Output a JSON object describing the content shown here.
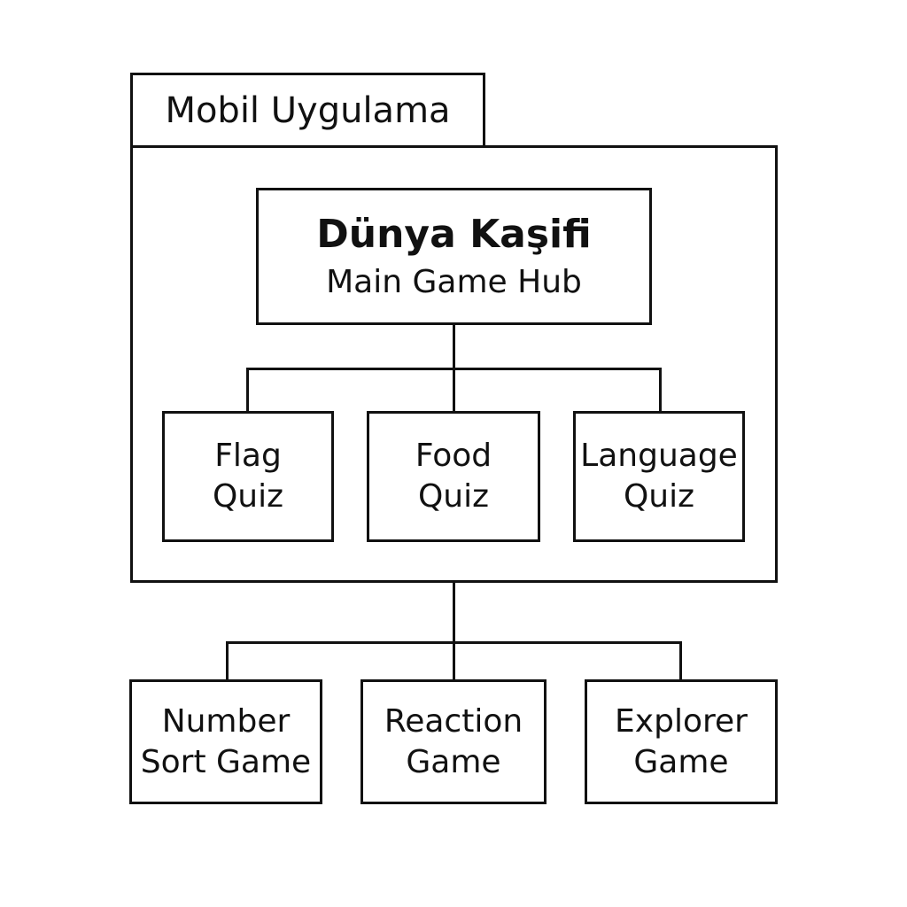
{
  "container": {
    "label": "Mobil Uygulama"
  },
  "hub": {
    "title": "Dünya Kaşifi",
    "subtitle": "Main Game Hub"
  },
  "quizzes": [
    {
      "line1": "Flag",
      "line2": "Quiz"
    },
    {
      "line1": "Food",
      "line2": "Quiz"
    },
    {
      "line1": "Language",
      "line2": "Quiz"
    }
  ],
  "games": [
    {
      "line1": "Number",
      "line2": "Sort Game"
    },
    {
      "line1": "Reaction",
      "line2": "Game"
    },
    {
      "line1": "Explorer",
      "line2": "Game"
    }
  ],
  "colors": {
    "stroke": "#111111",
    "background": "#ffffff"
  }
}
